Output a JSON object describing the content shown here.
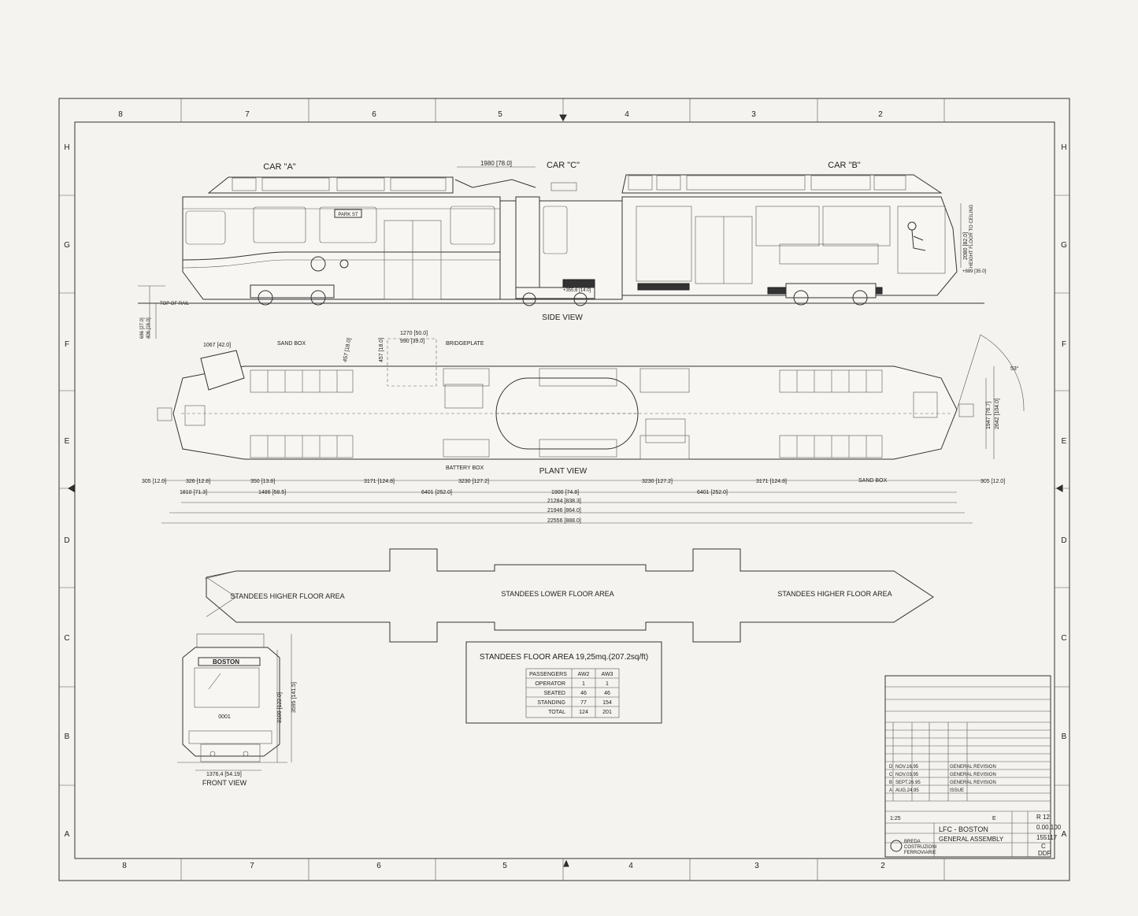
{
  "grid": {
    "columns": [
      "8",
      "7",
      "6",
      "5",
      "4",
      "3",
      "2"
    ],
    "rows": [
      "H",
      "G",
      "F",
      "E",
      "D",
      "C",
      "B",
      "A"
    ]
  },
  "side_view": {
    "car_a": "CAR \"A\"",
    "car_c": "CAR \"C\"",
    "car_b": "CAR \"B\"",
    "dim_top": "1980 [78.0]",
    "sign": "PARK ST",
    "title": "SIDE VIEW",
    "top_of_rail": "TOP OF RAIL",
    "height_label": "HEIGHT FLOOR TO CEILING",
    "dim_height": "2080 [82.0]",
    "dim_floor_right": "+889 [35.0]",
    "dim_floor_mid": "+355,6 [14.0]",
    "dim_left_1": "686 [27.0]",
    "dim_left_2": "406 [16.0]"
  },
  "plant_view": {
    "title": "PLANT VIEW",
    "sand_box_left": "SAND BOX",
    "sand_box_right": "SAND BOX",
    "bridgeplate": "BRIDGEPLATE",
    "battery_box": "BATTERY BOX",
    "dim_1067": "1067 [42.0]",
    "dim_457a": "457 [18.0]",
    "dim_457b": "457 [18.0]",
    "dim_1270": "1270 [50.0]",
    "dim_990": "990 [39.0]",
    "angle": "53°",
    "dim_1947": "1947 [76.7]",
    "dim_2642": "2642 [104.0]",
    "dims_row1": [
      "305 [12.0]",
      "326 [12.8]",
      "350 [13.8]",
      "3171 [124.8]",
      "3230 [127.2]",
      "3230 [127.2]",
      "3171 [124.8]",
      "305 [12.0]"
    ],
    "dims_row2": [
      "1810 [71.3]",
      "1486 [58.5]",
      "6401 [252.0]",
      "1900 [74.8]",
      "6401 [252.0]"
    ],
    "dim_total_1": "21284 [838.3]",
    "dim_total_2": "21946 [864.0]",
    "dim_total_3": "22556 [888.0]"
  },
  "floor_areas": {
    "left": "STANDEES HIGHER FLOOR AREA",
    "center": "STANDEES LOWER FLOOR AREA",
    "right": "STANDEES HIGHER FLOOR AREA"
  },
  "front_view": {
    "title": "FRONT VIEW",
    "destination": "BOSTON",
    "car_number": "0001",
    "dim_width": "1376,4 [54.19]",
    "dim_h1": "3100 [122.0]",
    "dim_h2": "3595 [141.5]"
  },
  "standees_table": {
    "title": "STANDEES FLOOR AREA 19,25mq.(207.2sq/ft)",
    "headers": [
      "PASSENGERS",
      "AW2",
      "AW3"
    ],
    "rows": [
      [
        "OPERATOR",
        "1",
        "1"
      ],
      [
        "SEATED",
        "46",
        "46"
      ],
      [
        "STANDING",
        "77",
        "154"
      ],
      [
        "TOTAL",
        "124",
        "201"
      ]
    ]
  },
  "title_block": {
    "description": "LFC - BOSTON",
    "subtitle": "GENERAL ASSEMBLY",
    "tipo": "R 12",
    "drawing_no": "0.00.100",
    "code": "155117",
    "stage": "C",
    "file": "DDP",
    "scale": "1:25",
    "size": "E",
    "company_1": "BREDA",
    "company_2": "COSTRUZIONI",
    "company_3": "FERROVIARIE",
    "revisions": [
      {
        "rev": "D",
        "date": "NOV.16.95",
        "desc": "GENERAL REVISION"
      },
      {
        "rev": "C",
        "date": "NOV.03.95",
        "desc": "GENERAL REVISION"
      },
      {
        "rev": "B",
        "date": "SEPT.26.95",
        "desc": "GENERAL REVISION"
      },
      {
        "rev": "A",
        "date": "AUG.24.95",
        "desc": "ISSUE"
      }
    ]
  }
}
